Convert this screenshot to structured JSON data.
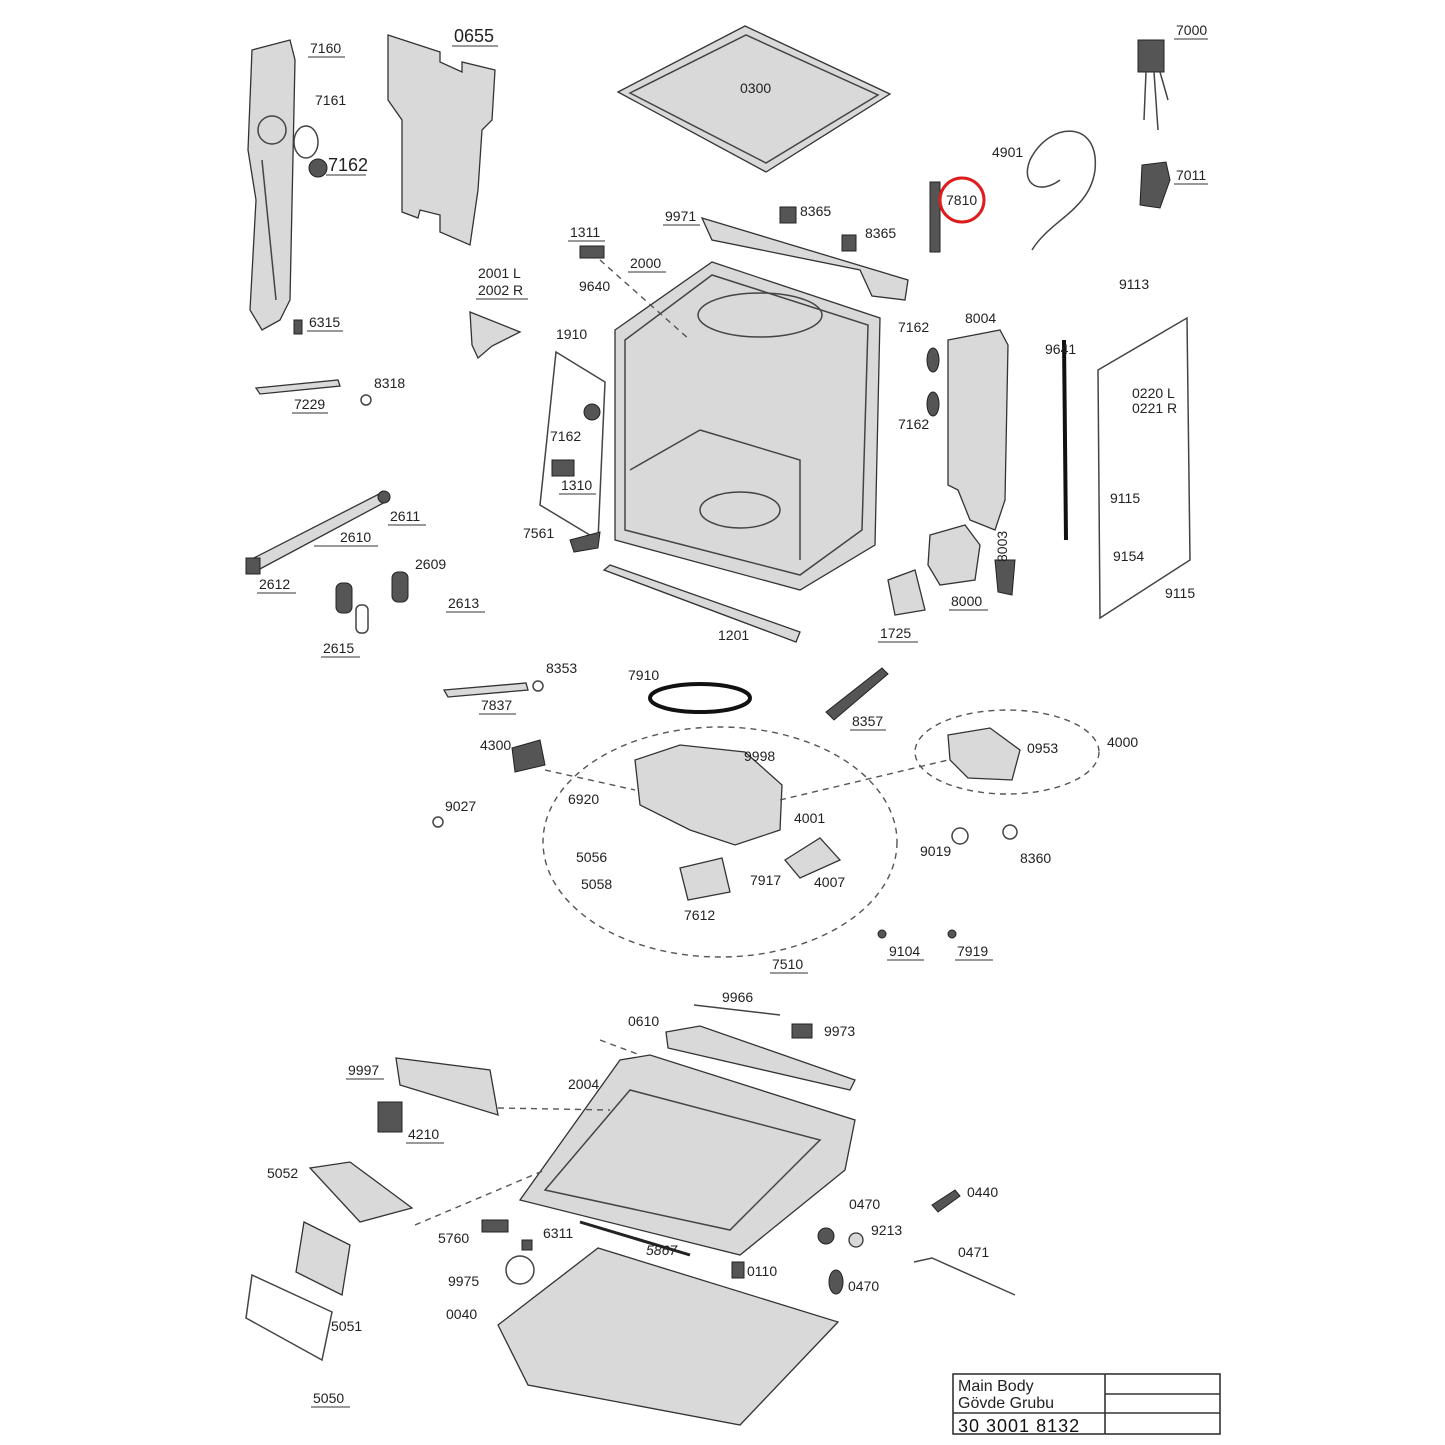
{
  "highlight": {
    "label": "7810",
    "color": "#e01b1b"
  },
  "title_block": {
    "title_en": "Main Body",
    "title_tr": "Gövde Grubu",
    "doc_number": "30 3001 8132"
  },
  "labels": {
    "l7160": "7160",
    "l0655": "0655",
    "l0300": "0300",
    "l7000": "7000",
    "l7161": "7161",
    "l7162a": "7162",
    "l4901": "4901",
    "l7011": "7011",
    "l7810": "7810",
    "l9971": "9971",
    "l8365a": "8365",
    "l8365b": "8365",
    "l1311": "1311",
    "l2000": "2000",
    "l2001": "2001 L",
    "l2002": "2002 R",
    "l9640": "9640",
    "l9113": "9113",
    "l6315": "6315",
    "l7162b": "7162",
    "l8004": "8004",
    "l9641": "9641",
    "l1910": "1910",
    "l0220": "0220 L",
    "l0221": "0221 R",
    "l8318": "8318",
    "l7229": "7229",
    "l7162c": "7162",
    "l7162d": "7162",
    "l1310": "1310",
    "l9115a": "9115",
    "l2611": "2611",
    "l8003": "8003",
    "l7561": "7561",
    "l2610": "2610",
    "l9154": "9154",
    "l2609": "2609",
    "l2612": "2612",
    "l2613": "2613",
    "l8000": "8000",
    "l9115b": "9115",
    "l1201": "1201",
    "l1725": "1725",
    "l2615": "2615",
    "l8353": "8353",
    "l7910": "7910",
    "l7837": "7837",
    "l8357": "8357",
    "l4000": "4000",
    "l4300": "4300",
    "l9998": "9998",
    "l0953": "0953",
    "l6920": "6920",
    "l9027": "9027",
    "l4001": "4001",
    "l9019": "9019",
    "l5056": "5056",
    "l8360": "8360",
    "l7917": "7917",
    "l4007": "4007",
    "l5058": "5058",
    "l7612": "7612",
    "l9104": "9104",
    "l7919": "7919",
    "l7510": "7510",
    "l9966": "9966",
    "l0610": "0610",
    "l9973": "9973",
    "l9997": "9997",
    "l2004": "2004",
    "l4210": "4210",
    "l5052": "5052",
    "l0440": "0440",
    "l0470a": "0470",
    "l9213": "9213",
    "l5760": "5760",
    "l6311": "6311",
    "l5867": "5867",
    "l0471": "0471",
    "l9975": "9975",
    "l0110": "0110",
    "l0470b": "0470",
    "l0040": "0040",
    "l5051": "5051",
    "l5050": "5050"
  }
}
